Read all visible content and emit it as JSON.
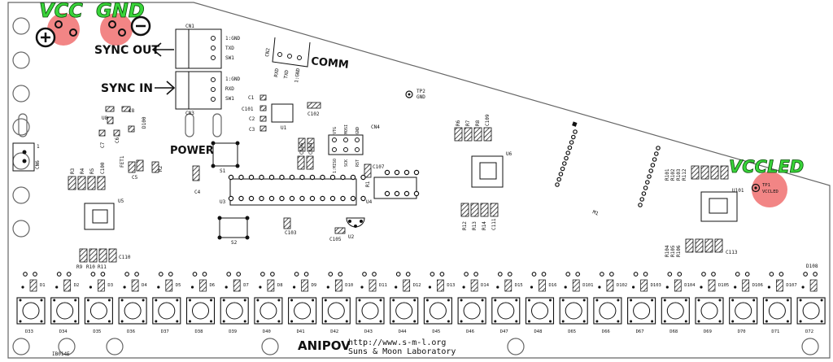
{
  "power": {
    "vcc": "VCC",
    "gnd": "GND",
    "vccled": "VCCLED"
  },
  "labels": {
    "sync_out": "SYNC OUT",
    "sync_in": "SYNC IN",
    "comm": "COMM",
    "power": "POWER",
    "brand": "ANIPOV",
    "url": "http://www.s-m-l.org",
    "lab": "Suns & Moon Laboratory",
    "board_id": "IB014E"
  },
  "connectors": {
    "cn1": {
      "name": "CN1",
      "pins": [
        "1:GND",
        "TXD",
        "SW1"
      ]
    },
    "cn3": {
      "name": "CN3",
      "pins": [
        "1:GND",
        "RXD",
        "SW1"
      ]
    },
    "cn2": {
      "name": "CN2",
      "pins": [
        "RXD",
        "TXD",
        "1:GND"
      ]
    },
    "cn4": {
      "name": "CN4",
      "pins": [
        "VTG",
        "MOSI",
        "GND",
        "1:MISO",
        "SCK",
        "RST"
      ]
    },
    "cn6": {
      "name": "CN6",
      "pin1": "1"
    }
  },
  "testpoints": {
    "tp2": [
      "TP2",
      "GND"
    ],
    "tp1": [
      "TP1",
      "VCCLED"
    ]
  },
  "refs": {
    "c1": "C1",
    "c101": "C101",
    "c2": "C2",
    "c3": "C3",
    "c102": "C102",
    "u1": "U1",
    "u8": "U8",
    "c8": "C8",
    "d100": "D100",
    "c7": "C7",
    "c6": "C6",
    "fet1": "FET1",
    "c5": "C5",
    "r2": "R2",
    "r3": "R3",
    "r4": "R4",
    "r5": "R5",
    "c100": "C100",
    "u5": "U5",
    "c4": "C4",
    "s1": "S1",
    "u3": "U3",
    "u4": "U4",
    "c103": "C103",
    "s2": "S2",
    "c105": "C105",
    "u2": "U2",
    "c104": "C104",
    "c106": "C106",
    "c107": "C107",
    "r1": "R1",
    "r6": "R6",
    "r7": "R7",
    "r8": "R8",
    "c109": "C109",
    "u6": "U6",
    "r12": "R12",
    "r13": "R13",
    "r14": "R14",
    "c111": "C111",
    "r101": "R101",
    "r102": "R102",
    "r103": "R103",
    "r112": "R112",
    "u101": "U101",
    "r104": "R104",
    "r105": "R105",
    "r106": "R106",
    "c113": "C113",
    "r9": "R9",
    "r10": "R10",
    "r11": "R11",
    "c110": "C110",
    "d108": "D108",
    "m1": "M1"
  },
  "leds": [
    "D1",
    "D2",
    "D3",
    "D4",
    "D5",
    "D6",
    "D7",
    "D8",
    "D9",
    "D10",
    "D11",
    "D12",
    "D13",
    "D14",
    "D15",
    "D16",
    "D101",
    "D102",
    "D103",
    "D104",
    "D105",
    "D106",
    "D107"
  ],
  "bottom_leds": [
    "D33",
    "D34",
    "D35",
    "D36",
    "D37",
    "D38",
    "D39",
    "D40",
    "D41",
    "D42",
    "D43",
    "D44",
    "D45",
    "D46",
    "D47",
    "D48",
    "D65",
    "D66",
    "D67",
    "D68",
    "D69",
    "D70",
    "D71",
    "D72"
  ],
  "colors": {
    "ink": "#1a1a1a",
    "outline": "#555555",
    "green": "#39d43a",
    "highlight": "#f07070"
  }
}
